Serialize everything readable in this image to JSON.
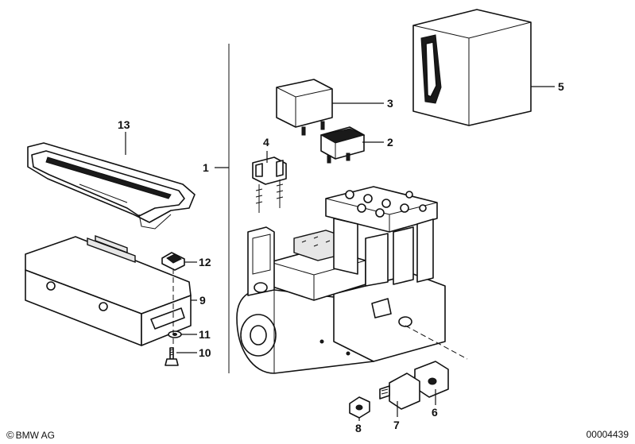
{
  "callouts": [
    {
      "id": "1",
      "label": "1"
    },
    {
      "id": "2",
      "label": "2"
    },
    {
      "id": "3",
      "label": "3"
    },
    {
      "id": "4",
      "label": "4"
    },
    {
      "id": "5",
      "label": "5"
    },
    {
      "id": "6",
      "label": "6"
    },
    {
      "id": "7",
      "label": "7"
    },
    {
      "id": "8",
      "label": "8"
    },
    {
      "id": "9",
      "label": "9"
    },
    {
      "id": "10",
      "label": "10"
    },
    {
      "id": "11",
      "label": "11"
    },
    {
      "id": "12",
      "label": "12"
    },
    {
      "id": "13",
      "label": "13"
    }
  ],
  "footer": {
    "copyright_symbol": "©",
    "copyright": "BMW AG",
    "doc_number": "00004439"
  }
}
